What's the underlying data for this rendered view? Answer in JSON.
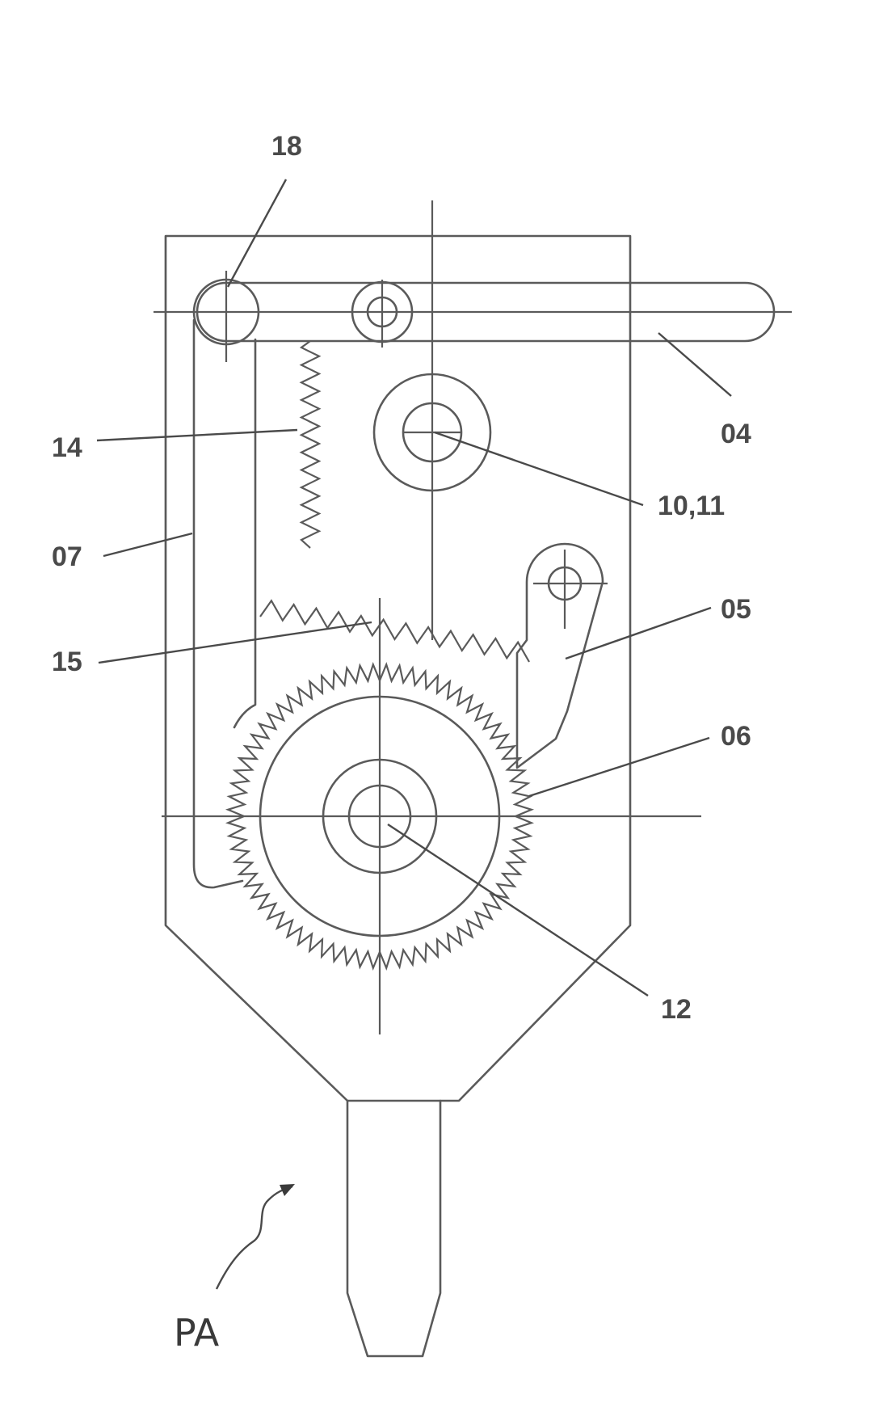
{
  "figure": {
    "labels": {
      "l18": "18",
      "l04": "04",
      "l14": "14",
      "l10_11": "10,11",
      "l07": "07",
      "l05": "05",
      "l15": "15",
      "l06": "06",
      "l12": "12",
      "lPA": "PA"
    },
    "ratchet_wheel_teeth": 72,
    "line_color": "#5a5a5a"
  }
}
